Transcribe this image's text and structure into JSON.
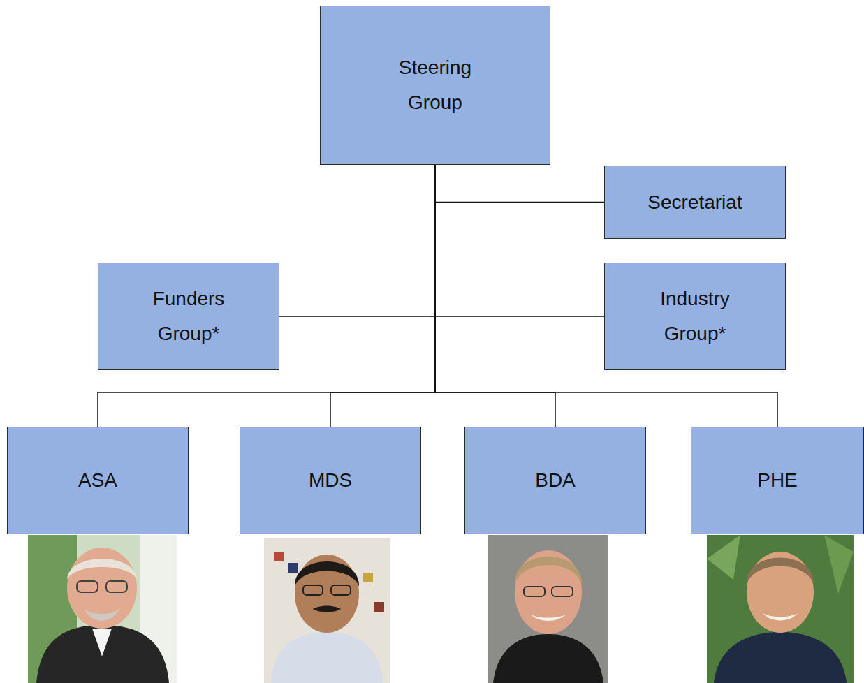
{
  "diagram": {
    "nodes": [
      {
        "text": [
          "Steering Group"
        ]
      },
      {
        "text": [
          "Secretariat"
        ]
      },
      {
        "text": [
          "Funders Group*"
        ]
      },
      {
        "text": [
          "Industry Group*"
        ]
      },
      {
        "text": [
          "ASA"
        ]
      },
      {
        "text": [
          "MDS"
        ]
      },
      {
        "text": [
          "BDA"
        ]
      },
      {
        "text": [
          "PHE"
        ]
      }
    ],
    "edges": [
      {
        "from": 0,
        "to": 1,
        "arrow": "none"
      },
      {
        "from": 0,
        "to": 2,
        "arrow": "none"
      },
      {
        "from": 0,
        "to": 3,
        "arrow": "none"
      },
      {
        "from": 0,
        "to": 4,
        "arrow": "none"
      },
      {
        "from": 0,
        "to": 5,
        "arrow": "none"
      },
      {
        "from": 0,
        "to": 6,
        "arrow": "none"
      },
      {
        "from": 0,
        "to": 7,
        "arrow": "none"
      }
    ]
  }
}
